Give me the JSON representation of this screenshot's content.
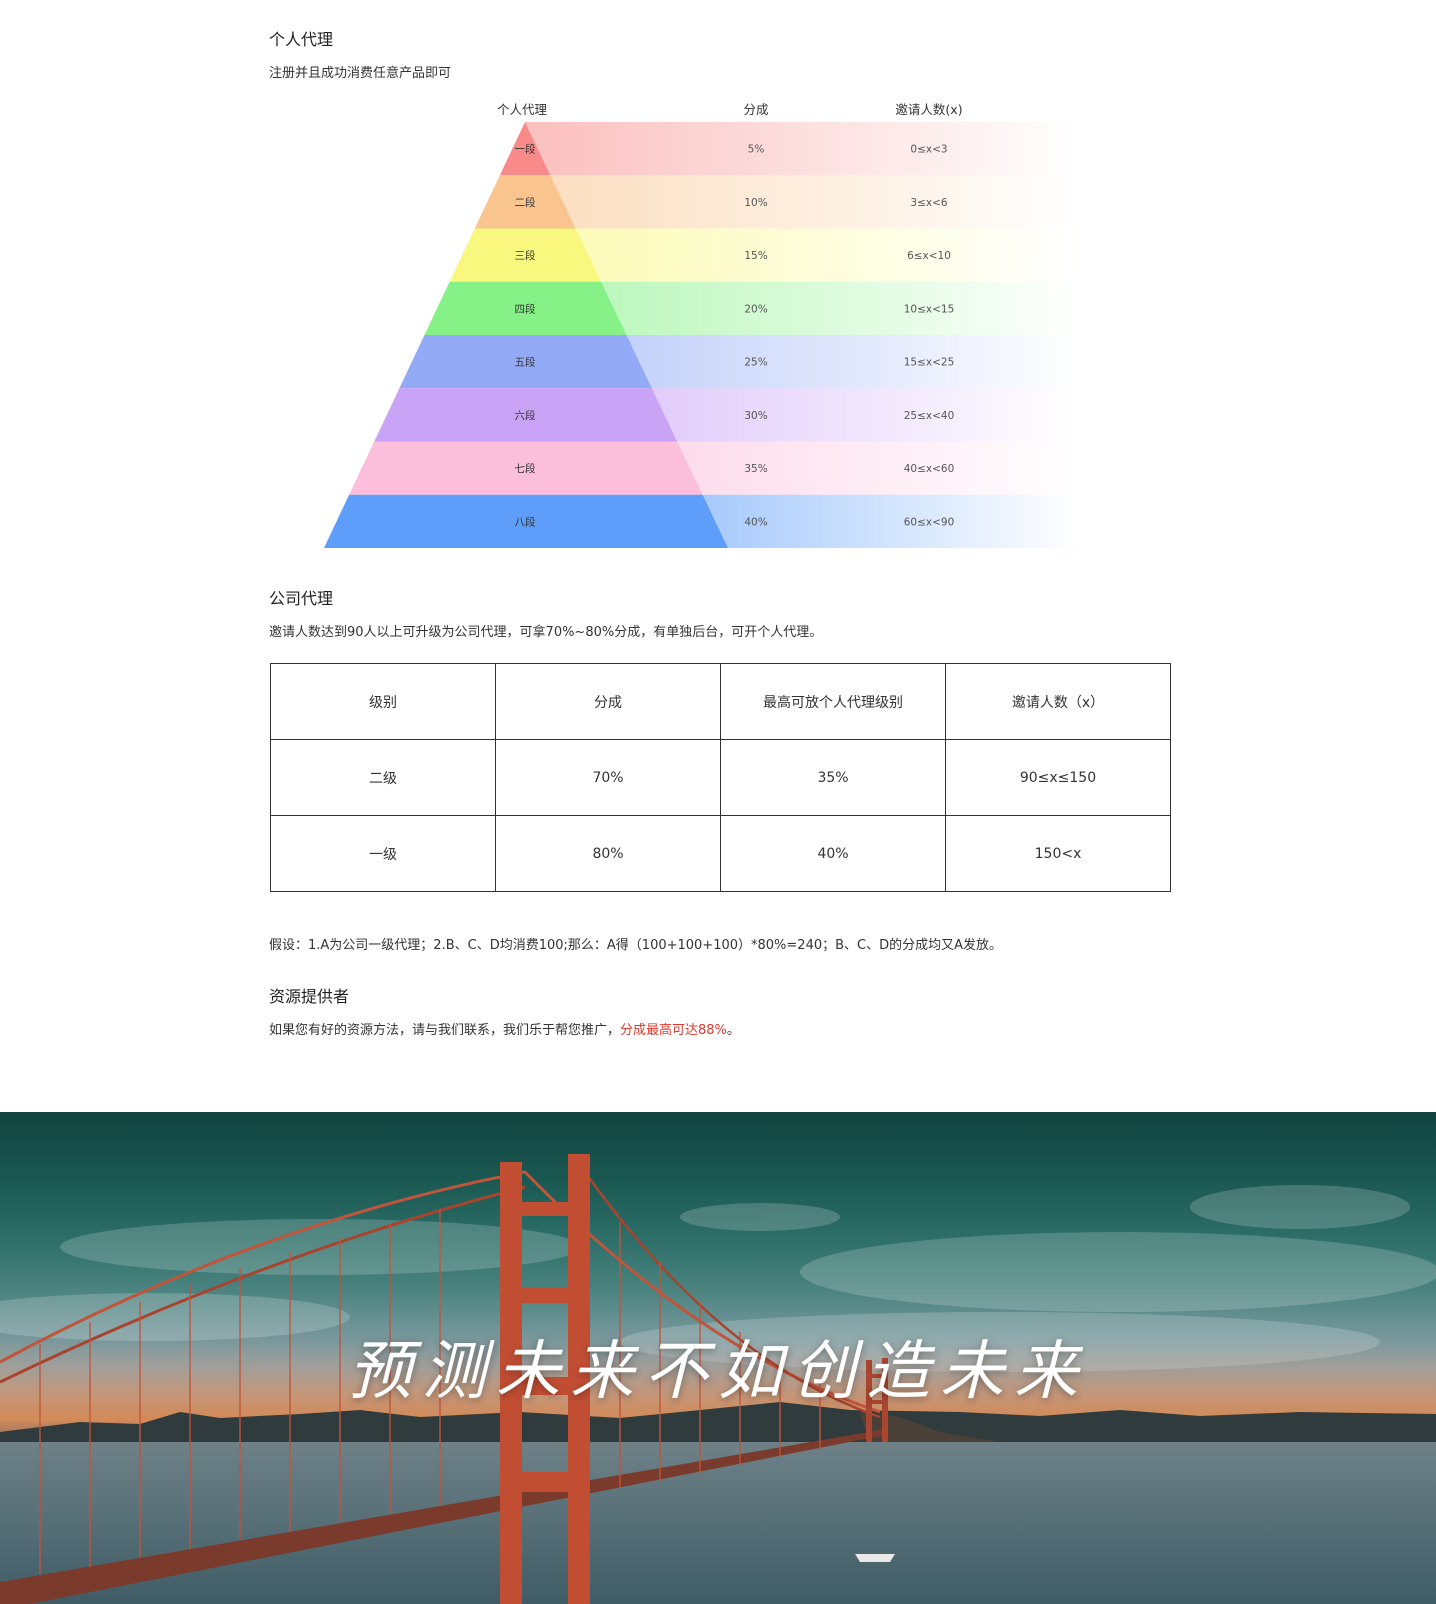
{
  "personal": {
    "title": "个人代理",
    "desc": "注册并且成功消费任意产品即可",
    "headers": [
      "个人代理",
      "分成",
      "邀请人数(x)"
    ],
    "tiers": [
      {
        "label": "一段",
        "share": "5%",
        "range": "0≤x<3",
        "color": "#f88a8a"
      },
      {
        "label": "二段",
        "share": "10%",
        "range": "3≤x<6",
        "color": "#f9c48e"
      },
      {
        "label": "三段",
        "share": "15%",
        "range": "6≤x<10",
        "color": "#f8f87e"
      },
      {
        "label": "四段",
        "share": "20%",
        "range": "10≤x<15",
        "color": "#85f186"
      },
      {
        "label": "五段",
        "share": "25%",
        "range": "15≤x<25",
        "color": "#93abf6"
      },
      {
        "label": "六段",
        "share": "30%",
        "range": "25≤x<40",
        "color": "#c9a3f6"
      },
      {
        "label": "七段",
        "share": "35%",
        "range": "40≤x<60",
        "color": "#fbbedb"
      },
      {
        "label": "八段",
        "share": "40%",
        "range": "60≤x<90",
        "color": "#5e9efa"
      }
    ]
  },
  "company": {
    "title": "公司代理",
    "desc": "邀请人数达到90人以上可升级为公司代理，可拿70%~80%分成，有单独后台，可开个人代理。",
    "table": {
      "headers": [
        "级别",
        "分成",
        "最高可放个人代理级别",
        "邀请人数（x）"
      ],
      "rows": [
        [
          "二级",
          "70%",
          "35%",
          "90≤x≤150"
        ],
        [
          "一级",
          "80%",
          "40%",
          "150<x"
        ]
      ]
    },
    "example": "假设：1.A为公司一级代理；2.B、C、D均消费100;那么：A得（100+100+100）*80%=240；B、C、D的分成均又A发放。"
  },
  "provider": {
    "title": "资源提供者",
    "desc_prefix": "如果您有好的资源方法，请与我们联系，我们乐于帮您推广，",
    "desc_highlight": "分成最高可达88%",
    "desc_suffix": "。",
    "highlight_color": "#e0392f"
  },
  "hero": {
    "slogan": "预测未来不如创造未来"
  }
}
